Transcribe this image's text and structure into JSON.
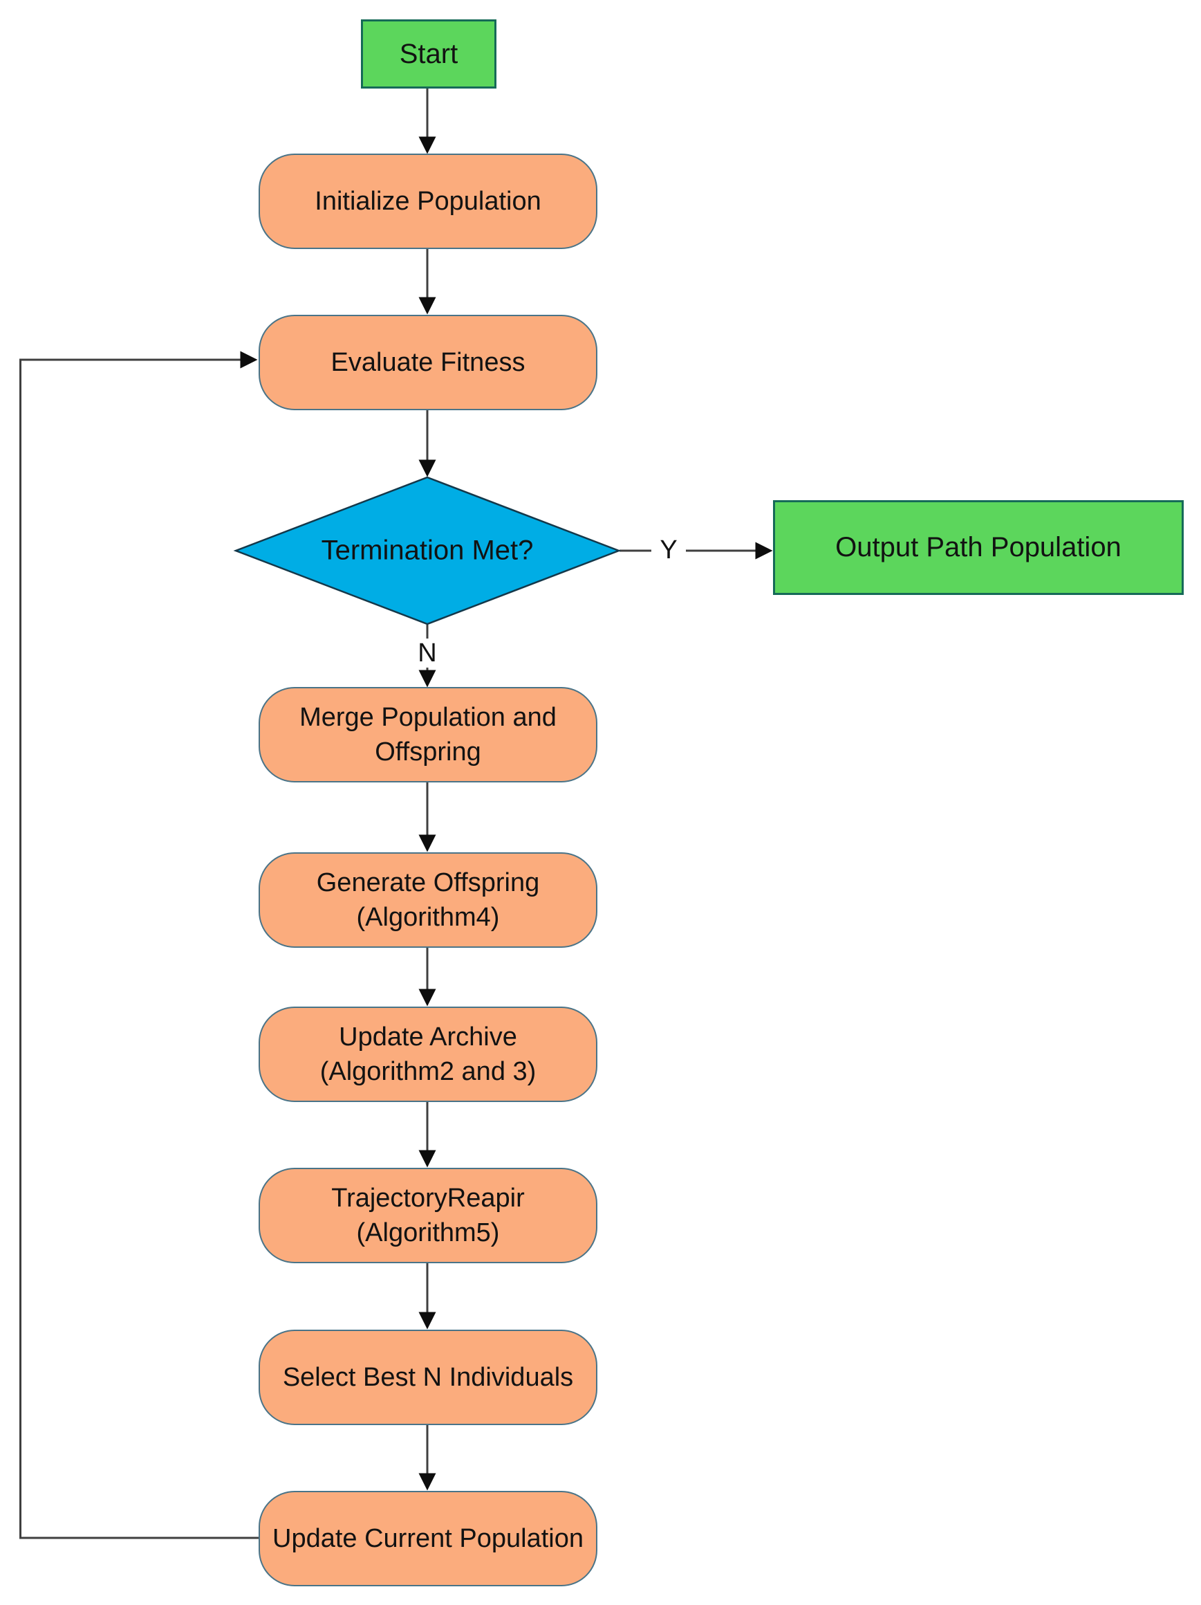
{
  "diagram": {
    "type": "flowchart",
    "nodes": {
      "start": {
        "label": "Start",
        "shape": "rectangle",
        "fill": "green"
      },
      "initialize": {
        "label": "Initialize Population",
        "shape": "rounded-rect",
        "fill": "orange"
      },
      "evaluate": {
        "label": "Evaluate Fitness",
        "shape": "rounded-rect",
        "fill": "orange"
      },
      "termination": {
        "label": "Termination Met?",
        "shape": "diamond",
        "fill": "blue"
      },
      "output": {
        "label": "Output Path Population",
        "shape": "rectangle",
        "fill": "green"
      },
      "merge": {
        "label": "Merge Population and Offspring",
        "shape": "rounded-rect",
        "fill": "orange"
      },
      "generate": {
        "label": "Generate Offspring (Algorithm4)",
        "shape": "rounded-rect",
        "fill": "orange"
      },
      "update_archive": {
        "label": "Update Archive (Algorithm2 and 3)",
        "shape": "rounded-rect",
        "fill": "orange"
      },
      "trajectory_repair": {
        "label": "TrajectoryReapir (Algorithm5)",
        "shape": "rounded-rect",
        "fill": "orange"
      },
      "select_best": {
        "label": "Select Best N Individuals",
        "shape": "rounded-rect",
        "fill": "orange"
      },
      "update_current": {
        "label": "Update Current Population",
        "shape": "rounded-rect",
        "fill": "orange"
      }
    },
    "edge_labels": {
      "yes": "Y",
      "no": "N"
    },
    "connections": [
      {
        "from": "start",
        "to": "initialize"
      },
      {
        "from": "initialize",
        "to": "evaluate"
      },
      {
        "from": "evaluate",
        "to": "termination"
      },
      {
        "from": "termination",
        "to": "output",
        "label": "Y"
      },
      {
        "from": "termination",
        "to": "merge",
        "label": "N"
      },
      {
        "from": "merge",
        "to": "generate"
      },
      {
        "from": "generate",
        "to": "update_archive"
      },
      {
        "from": "update_archive",
        "to": "trajectory_repair"
      },
      {
        "from": "trajectory_repair",
        "to": "select_best"
      },
      {
        "from": "select_best",
        "to": "update_current"
      },
      {
        "from": "update_current",
        "to": "evaluate",
        "route": "left-loop"
      }
    ]
  },
  "colors": {
    "process-fill": "#FBAC7D",
    "process-border": "#4A7488",
    "terminator-fill": "#5CD65C",
    "terminator-border": "#166A58",
    "decision-fill": "#00ADE5",
    "decision-border": "#14384A",
    "line-color": "#3F3F3F",
    "arrow-color": "#0D0D0D",
    "text-color": "#121212"
  }
}
